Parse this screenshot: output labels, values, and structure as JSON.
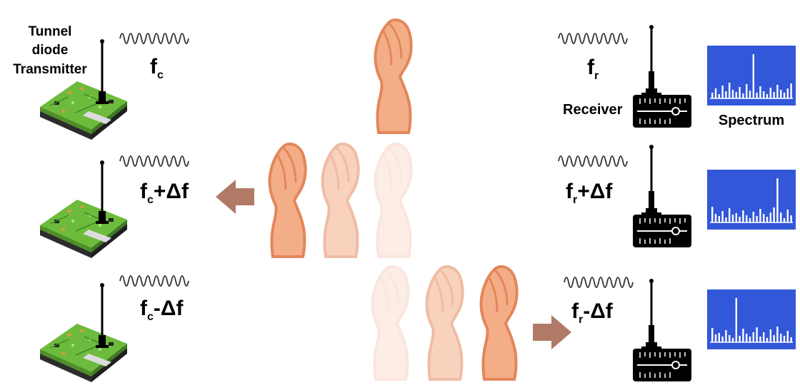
{
  "transmitter_label": [
    "Tunnel",
    "diode",
    "Transmitter"
  ],
  "receiver_label": "Receiver",
  "spectrum_label": "Spectrum",
  "rows": [
    {
      "tx_freq": {
        "base": "f",
        "sub": "c",
        "suffix": ""
      },
      "rx_freq": {
        "base": "f",
        "sub": "r",
        "suffix": ""
      },
      "hand_motion": "none",
      "spectrum_peak": "center"
    },
    {
      "tx_freq": {
        "base": "f",
        "sub": "c",
        "suffix": "+Δf"
      },
      "rx_freq": {
        "base": "f",
        "sub": "r",
        "suffix": "+Δf"
      },
      "hand_motion": "left",
      "spectrum_peak": "right"
    },
    {
      "tx_freq": {
        "base": "f",
        "sub": "c",
        "suffix": "-Δf"
      },
      "rx_freq": {
        "base": "f",
        "sub": "r",
        "suffix": "-Δf"
      },
      "hand_motion": "right",
      "spectrum_peak": "left"
    }
  ],
  "colors": {
    "spectrum_bg": "#3257d9",
    "hand_fill": "#f4ae87",
    "hand_stroke": "#e2875a",
    "arrow": "#b07a66",
    "board_green": "#69b93a",
    "board_base": "#3c3c3c"
  },
  "icons": [
    "transmitter-board-icon",
    "antenna-icon",
    "wave-icon",
    "hand-icon",
    "arrow-icon",
    "receiver-icon",
    "spectrum-icon"
  ]
}
